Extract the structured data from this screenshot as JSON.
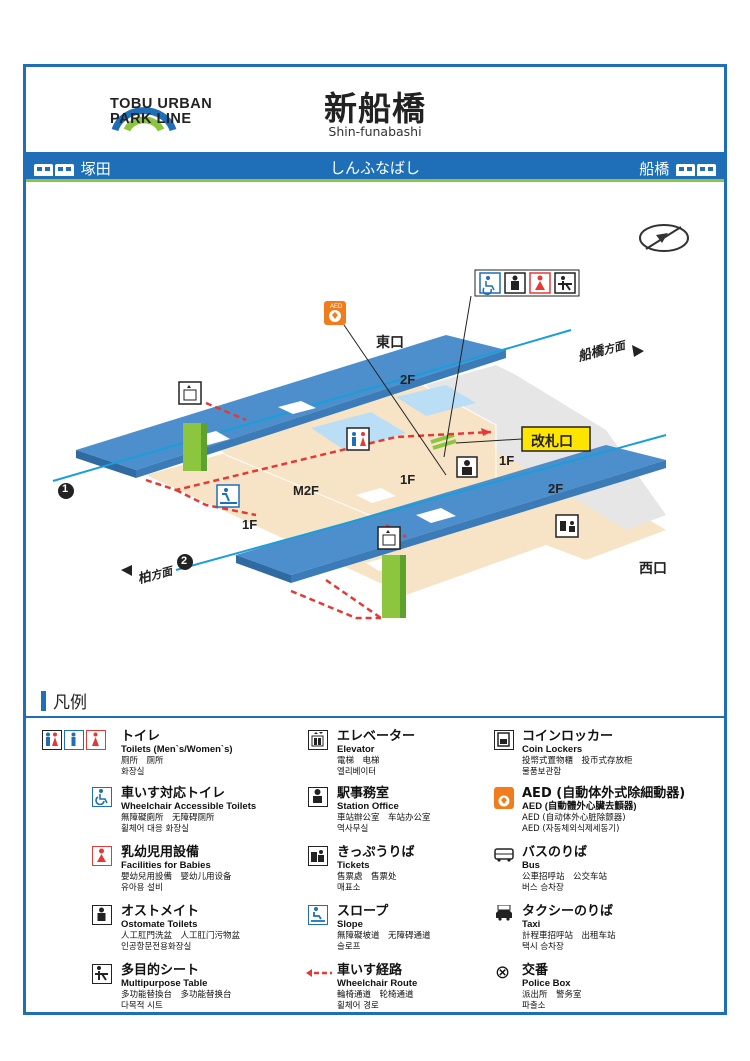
{
  "header": {
    "logo_line1": "TOBU URBAN",
    "logo_line2": "PARK LINE",
    "station_name": "新船橋",
    "station_romaji": "Shin-funabashi"
  },
  "line_bar": {
    "prev_station": "塚田",
    "hiragana": "しんふなばし",
    "next_station": "船橋",
    "color": "#1e6fb8",
    "accent": "#8cc63f"
  },
  "map": {
    "east_exit": "東口",
    "west_exit": "西口",
    "ticket_gate": "改札口",
    "toward_funabashi_main": "船橋",
    "toward_funabashi_suffix": "方面",
    "toward_kashiwa_main": "柏",
    "toward_kashiwa_suffix": "方面",
    "floor_2f_a": "2F",
    "floor_2f_b": "2F",
    "floor_1f_a": "1F",
    "floor_1f_b": "1F",
    "floor_1f_c": "1F",
    "floor_m2f": "M2F",
    "platform_1": "1",
    "platform_2": "2",
    "aed_label": "AED"
  },
  "legend": {
    "title": "凡例",
    "items": [
      {
        "ja": "トイレ",
        "en": "Toilets (Men`s/Women`s)",
        "zh": "厕所　厕所",
        "ko": "화장실",
        "icon": "toilet-icon"
      },
      {
        "ja": "車いす対応トイレ",
        "en": "Wheelchair Accessible Toilets",
        "zh": "無障礙廁所　无障碍厕所",
        "ko": "휠체어 대응 화장실",
        "icon": "wheelchair-icon"
      },
      {
        "ja": "乳幼児用設備",
        "en": "Facilities for Babies",
        "zh": "嬰幼兒用設備　婴幼儿用设备",
        "ko": "유아용 설비",
        "icon": "baby-icon"
      },
      {
        "ja": "オストメイト",
        "en": "Ostomate Toilets",
        "zh": "人工肛門洗盆　人工肛门污物盆",
        "ko": "인공항문전용화장실",
        "icon": "ostomate-icon"
      },
      {
        "ja": "多目的シート",
        "en": "Multipurpose Table",
        "zh": "多功能替換台　多功能替换台",
        "ko": "다목적 시트",
        "icon": "multipurpose-table-icon"
      },
      {
        "ja": "エレベーター",
        "en": "Elevator",
        "zh": "電梯　电梯",
        "ko": "엘리베이터",
        "icon": "elevator-icon"
      },
      {
        "ja": "駅事務室",
        "en": "Station Office",
        "zh": "車站辦公室　车站办公室",
        "ko": "역사무실",
        "icon": "station-office-icon"
      },
      {
        "ja": "きっぷうりば",
        "en": "Tickets",
        "zh": "售票處　售票处",
        "ko": "매표소",
        "icon": "tickets-icon"
      },
      {
        "ja": "スロープ",
        "en": "Slope",
        "zh": "無障礙坡道　无障碍通道",
        "ko": "슬로프",
        "icon": "slope-icon"
      },
      {
        "ja": "車いす経路",
        "en": "Wheelchair Route",
        "zh": "輪椅通道　轮椅通道",
        "ko": "휠체어 경로",
        "icon": "wheelchair-route-icon"
      },
      {
        "ja": "コインロッカー",
        "en": "Coin Lockers",
        "zh": "投幣式置物櫃　投币式存放柜",
        "ko": "물품보관함",
        "icon": "coin-locker-icon"
      },
      {
        "ja": "AED (自動体外式除細動器)",
        "en": "AED (自動體外心臟去顫器)",
        "zh": "AED (自动体外心脏除颤器)",
        "ko": "AED (자동체외식제세동기)",
        "icon": "aed-icon"
      },
      {
        "ja": "バスのりば",
        "en": "Bus",
        "zh": "公車招呼站　公交车站",
        "ko": "버스 승차장",
        "icon": "bus-icon"
      },
      {
        "ja": "タクシーのりば",
        "en": "Taxi",
        "zh": "計程車招呼站　出租车站",
        "ko": "택시 승차장",
        "icon": "taxi-icon"
      },
      {
        "ja": "交番",
        "en": "Police Box",
        "zh": "派出所　警务室",
        "ko": "파출소",
        "icon": "police-box-icon"
      }
    ]
  }
}
